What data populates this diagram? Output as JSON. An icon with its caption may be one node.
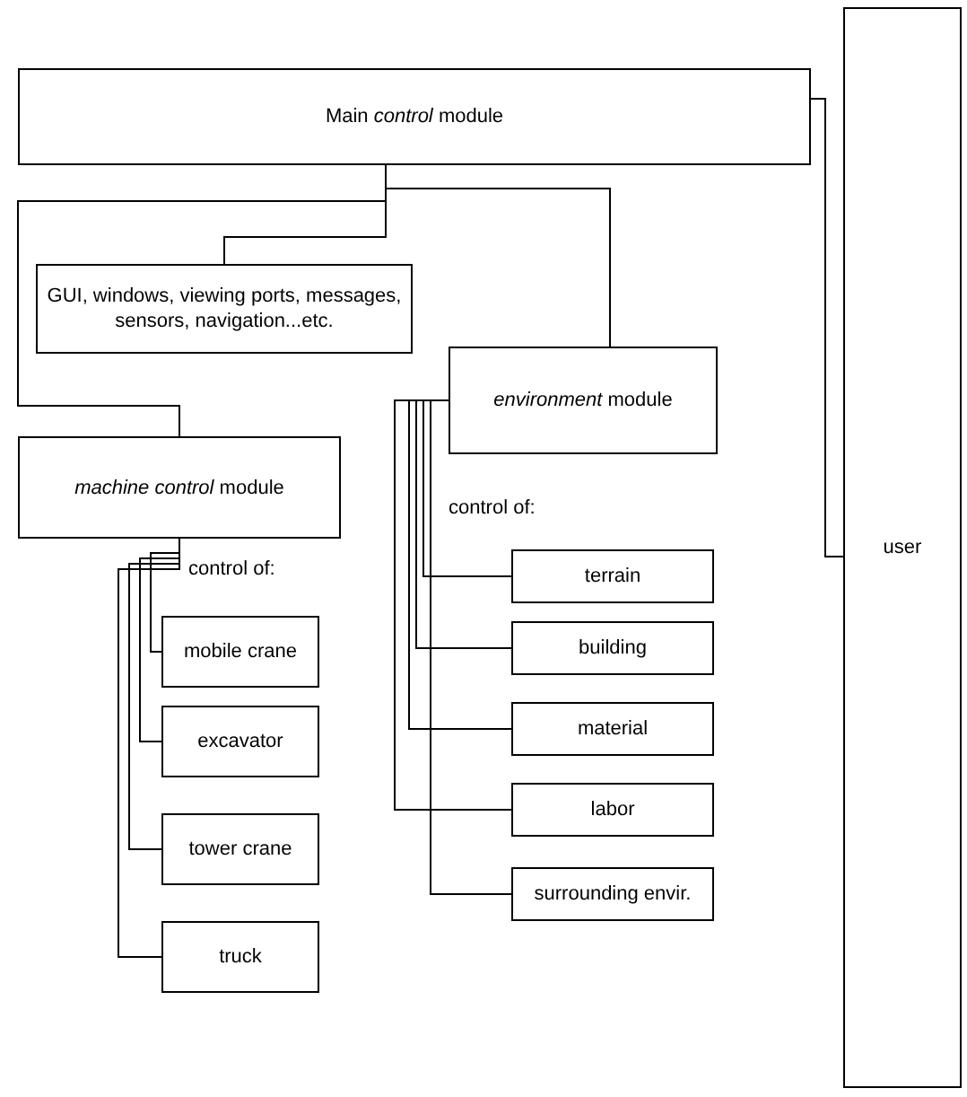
{
  "diagram": {
    "nodes": [
      {
        "text": [
          "Main *control* module"
        ]
      },
      {
        "text": [
          "GUI, windows, viewing ports, messages, sensors, navigation...etc."
        ]
      },
      {
        "text": [
          "*environment* module"
        ]
      },
      {
        "text": [
          "*machine control* module"
        ]
      },
      {
        "text": [
          "mobile crane"
        ]
      },
      {
        "text": [
          "excavator"
        ]
      },
      {
        "text": [
          "tower crane"
        ]
      },
      {
        "text": [
          "truck"
        ]
      },
      {
        "text": [
          "terrain"
        ]
      },
      {
        "text": [
          "building"
        ]
      },
      {
        "text": [
          "material"
        ]
      },
      {
        "text": [
          "labor"
        ]
      },
      {
        "text": [
          "surrounding envir."
        ]
      },
      {
        "text": [
          "user"
        ]
      }
    ],
    "edges": [
      {
        "from": 0,
        "to": 1,
        "arrow": "none"
      },
      {
        "from": 0,
        "to": 3,
        "arrow": "none"
      },
      {
        "from": 0,
        "to": 2,
        "arrow": "none"
      },
      {
        "from": 0,
        "to": 13,
        "arrow": "none"
      },
      {
        "from": 3,
        "to": 4,
        "arrow": "none"
      },
      {
        "from": 3,
        "to": 5,
        "arrow": "none"
      },
      {
        "from": 3,
        "to": 6,
        "arrow": "none"
      },
      {
        "from": 3,
        "to": 7,
        "arrow": "none"
      },
      {
        "from": 2,
        "to": 8,
        "arrow": "none"
      },
      {
        "from": 2,
        "to": 9,
        "arrow": "none"
      },
      {
        "from": 2,
        "to": 10,
        "arrow": "none"
      },
      {
        "from": 2,
        "to": 11,
        "arrow": "none"
      },
      {
        "from": 2,
        "to": 12,
        "arrow": "none"
      }
    ],
    "labels": [
      "control of:",
      "control of:"
    ]
  }
}
